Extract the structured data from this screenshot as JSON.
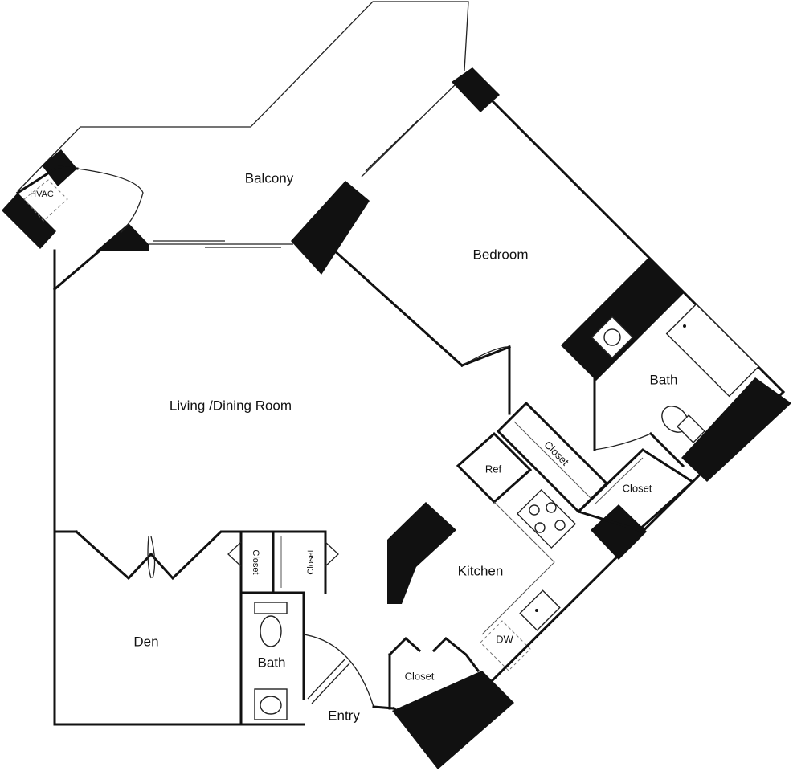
{
  "rooms": {
    "balcony": "Balcony",
    "hvac": "HVAC",
    "bedroom": "Bedroom",
    "living_dining": "Living /Dining Room",
    "bath_master": "Bath",
    "closet_hall": "Closet",
    "closet_bath": "Closet",
    "refrigerator": "Ref",
    "kitchen": "Kitchen",
    "closet_den_left": "Closet",
    "closet_den_right": "Closet",
    "den": "Den",
    "bath_half": "Bath",
    "dishwasher": "DW",
    "closet_entry": "Closet",
    "entry": "Entry"
  }
}
